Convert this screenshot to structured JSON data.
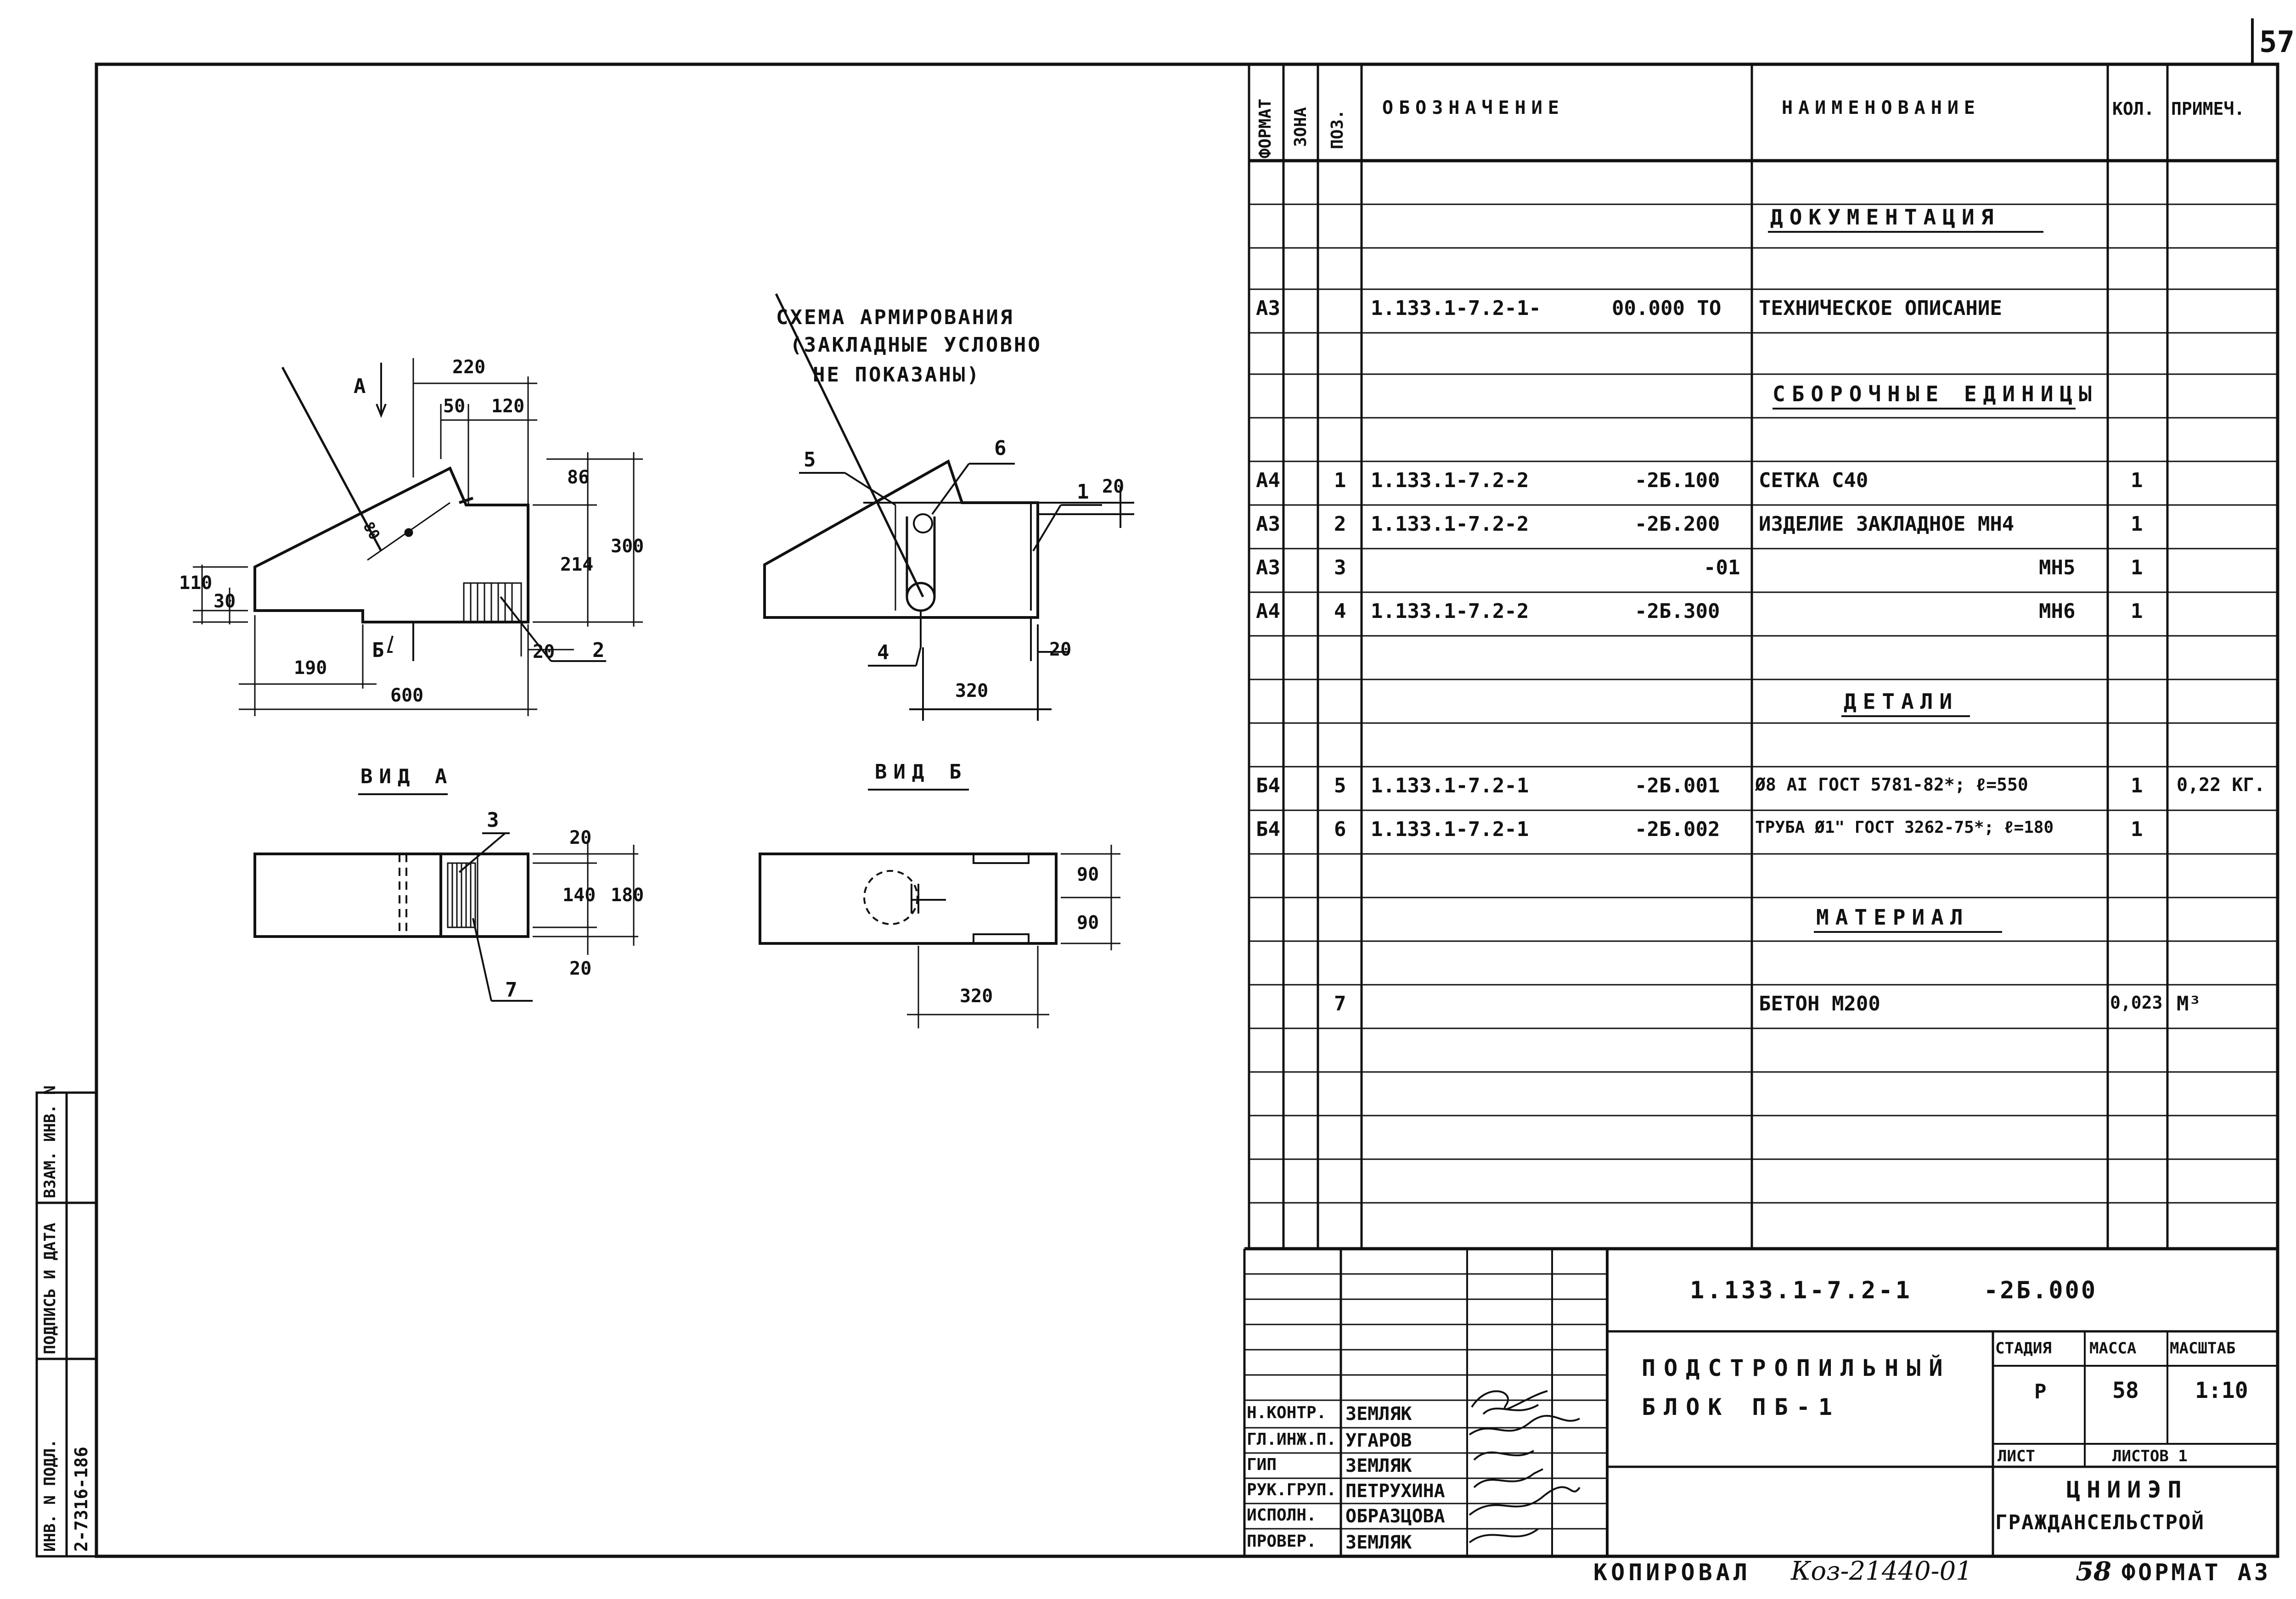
{
  "page_number": "57",
  "spec": {
    "headers": {
      "format": "ФОРМАТ",
      "zone": "ЗОНА",
      "pos": "ПОЗ.",
      "designation": "ОБОЗНАЧЕНИЕ",
      "name": "НАИМЕНОВАНИЕ",
      "qty": "КОЛ.",
      "note": "ПРИМЕЧ."
    },
    "sections": {
      "documentation": "ДОКУМЕНТАЦИЯ",
      "assemblies": "СБОРОЧНЫЕ ЕДИНИЦЫ",
      "details": "ДЕТАЛИ",
      "material": "МАТЕРИАЛ"
    },
    "rows": [
      {
        "format": "А3",
        "pos": "",
        "designation": "1.133.1-7.2-1-",
        "suffix": "00.000 ТО",
        "name": "ТЕХНИЧЕСКОЕ ОПИСАНИЕ",
        "qty": "",
        "note": ""
      },
      {
        "format": "А4",
        "pos": "1",
        "designation": "1.133.1-7.2-2",
        "suffix": "-2Б.100",
        "name": "СЕТКА С40",
        "qty": "1",
        "note": ""
      },
      {
        "format": "А3",
        "pos": "2",
        "designation": "1.133.1-7.2-2",
        "suffix": "-2Б.200",
        "name": "ИЗДЕЛИЕ ЗАКЛАДНОЕ МН4",
        "qty": "1",
        "note": ""
      },
      {
        "format": "А3",
        "pos": "3",
        "designation": "",
        "suffix": "-01",
        "name": "МН5",
        "qty": "1",
        "note": ""
      },
      {
        "format": "А4",
        "pos": "4",
        "designation": "1.133.1-7.2-2",
        "suffix": "-2Б.300",
        "name": "МН6",
        "qty": "1",
        "note": ""
      },
      {
        "format": "Б4",
        "pos": "5",
        "designation": "1.133.1-7.2-1",
        "suffix": "-2Б.001",
        "name": "Ø8 АI ГОСТ 5781-82*; ℓ=550",
        "qty": "1",
        "note": "0,22 КГ."
      },
      {
        "format": "Б4",
        "pos": "6",
        "designation": "1.133.1-7.2-1",
        "suffix": "-2Б.002",
        "name": "ТРУБА Ø1\" ГОСТ 3262-75*; ℓ=180",
        "qty": "1",
        "note": ""
      },
      {
        "format": "",
        "pos": "7",
        "designation": "",
        "suffix": "",
        "name": "БЕТОН М200",
        "qty": "0,023",
        "note": "М³"
      }
    ]
  },
  "drawing": {
    "scheme_caption": [
      "СХЕМА АРМИРОВАНИЯ",
      "(ЗАКЛАДНЫЕ УСЛОВНО",
      "НЕ ПОКАЗАНЫ)"
    ],
    "view_a": "ВИД А",
    "view_b": "ВИД Б",
    "arrow_a": "А",
    "arrow_b": "Б",
    "dims_main": [
      "220",
      "50",
      "120",
      "86",
      "300",
      "214",
      "110",
      "30",
      "190",
      "600",
      "20",
      "80"
    ],
    "dims_scheme": [
      "20",
      "20",
      "320"
    ],
    "dims_view_a": [
      "20",
      "140",
      "180",
      "20"
    ],
    "dims_view_b": [
      "90",
      "90",
      "320"
    ],
    "callouts_main": [
      "2"
    ],
    "callouts_scheme": [
      "5",
      "6",
      "1",
      "4"
    ],
    "callouts_view_a": [
      "3",
      "7"
    ]
  },
  "title_block": {
    "doc_code": "1.133.1-7.2-1",
    "doc_suffix": "-2Б.000",
    "title_line1": "ПОДСТРОПИЛЬНЫЙ",
    "title_line2": "БЛОК ПБ-1",
    "stage_label": "СТАДИЯ",
    "mass_label": "МАССА",
    "scale_label": "МАСШТАБ",
    "stage": "Р",
    "mass": "58",
    "scale": "1:10",
    "sheet_label": "ЛИСТ",
    "sheets_label": "ЛИСТОВ 1",
    "org_line1": "ЦНИИЭП",
    "org_line2": "ГРАЖДАНСЕЛЬСТРОЙ",
    "signers": [
      {
        "role": "Н.КОНТР.",
        "name": "ЗЕМЛЯК"
      },
      {
        "role": "ГЛ.ИНЖ.П.",
        "name": "УГАРОВ"
      },
      {
        "role": "ГИП",
        "name": "ЗЕМЛЯК"
      },
      {
        "role": "РУК.ГРУП.",
        "name": "ПЕТРУХИНА"
      },
      {
        "role": "ИСПОЛН.",
        "name": "ОБРАЗЦОВА"
      },
      {
        "role": "ПРОВЕР.",
        "name": "ЗЕМЛЯК"
      }
    ]
  },
  "side_stamp": {
    "inv_podl": "ИНВ. N ПОДЛ.",
    "podpis": "ПОДПИСЬ И ДАТА",
    "vzam": "ВЗАМ. ИНВ. N",
    "inv_value": "2-7316-186"
  },
  "footer": {
    "copied": "КОПИРОВАЛ",
    "copier_code": "Коз-21440-01",
    "num": "58",
    "format": "ФОРМАТ А3"
  }
}
